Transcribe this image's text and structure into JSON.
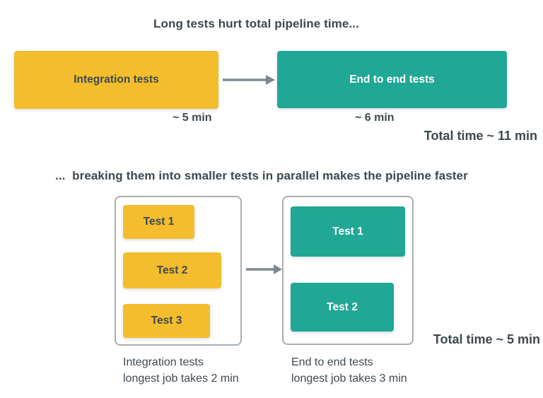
{
  "colors": {
    "yellow": "#F4BD2D",
    "teal": "#20A795",
    "text": "#3C4850",
    "arrow": "#7D8891",
    "border": "#A6AEB5"
  },
  "section_sequential": {
    "title": "Long tests hurt total pipeline time...",
    "integration_box": {
      "label": "Integration tests",
      "duration": "~ 5 min"
    },
    "e2e_box": {
      "label": "End to end tests",
      "duration": "~ 6 min"
    },
    "total": "Total time ~ 11 min"
  },
  "section_parallel": {
    "title": "...  breaking them into smaller tests in parallel makes the pipeline faster",
    "integration_group": {
      "tests": [
        "Test 1",
        "Test 2",
        "Test 3"
      ],
      "caption_line1": "Integration tests",
      "caption_line2": "longest job takes 2 min"
    },
    "e2e_group": {
      "tests": [
        "Test 1",
        "Test 2"
      ],
      "caption_line1": "End to end tests",
      "caption_line2": "longest job takes 3 min"
    },
    "total": "Total time ~ 5 min"
  }
}
